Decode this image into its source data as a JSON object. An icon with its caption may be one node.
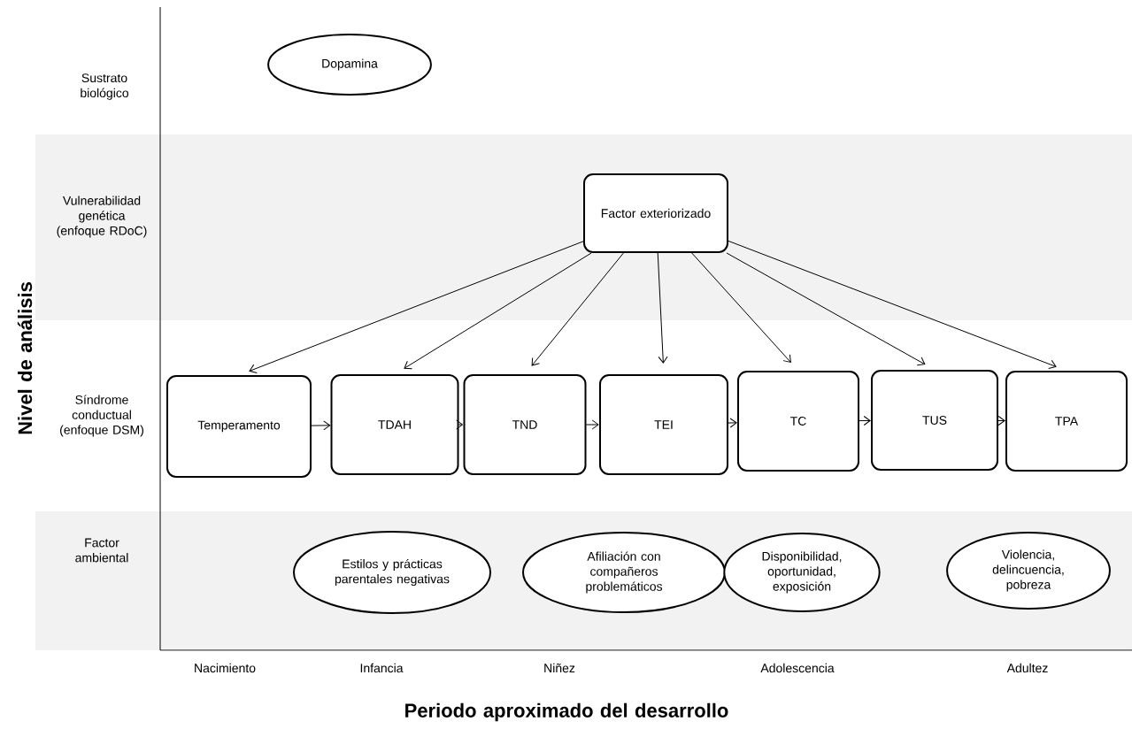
{
  "diagram": {
    "nodes": [
      {
        "text": [
          "Dopamina"
        ]
      },
      {
        "text": [
          "Factor exteriorizado"
        ]
      },
      {
        "text": [
          "Temperamento"
        ]
      },
      {
        "text": [
          "TDAH"
        ]
      },
      {
        "text": [
          "TND"
        ]
      },
      {
        "text": [
          "TEI"
        ]
      },
      {
        "text": [
          "TC"
        ]
      },
      {
        "text": [
          "TUS"
        ]
      },
      {
        "text": [
          "TPA"
        ]
      },
      {
        "text": [
          "Estilos y prácticas parentales negativas"
        ]
      },
      {
        "text": [
          "Afiliación con compañeros problemáticos"
        ]
      },
      {
        "text": [
          "Disponibilidad, oportunidad, exposición"
        ]
      },
      {
        "text": [
          "Violencia, delincuencia, pobreza"
        ]
      }
    ],
    "edges": [
      {
        "from": 1,
        "to": 2,
        "arrow": "to"
      },
      {
        "from": 1,
        "to": 3,
        "arrow": "to"
      },
      {
        "from": 1,
        "to": 4,
        "arrow": "to"
      },
      {
        "from": 1,
        "to": 5,
        "arrow": "to"
      },
      {
        "from": 1,
        "to": 6,
        "arrow": "to"
      },
      {
        "from": 1,
        "to": 7,
        "arrow": "to"
      },
      {
        "from": 1,
        "to": 8,
        "arrow": "to"
      },
      {
        "from": 2,
        "to": 3,
        "arrow": "to"
      },
      {
        "from": 3,
        "to": 4,
        "arrow": "to"
      },
      {
        "from": 4,
        "to": 5,
        "arrow": "to"
      },
      {
        "from": 5,
        "to": 6,
        "arrow": "to"
      },
      {
        "from": 6,
        "to": 7,
        "arrow": "to"
      },
      {
        "from": 7,
        "to": 8,
        "arrow": "to"
      }
    ],
    "labels": [
      "Sustrato biológico",
      "Vulnerabilidad genética (enfoque RDoC)",
      "Síndrome conductual (enfoque DSM)",
      "Factor ambiental",
      "Nivel de análisis",
      "Nacimiento",
      "Infancia",
      "Niñez",
      "Adolescencia",
      "Adultez",
      "Periodo aproximado del desarrollo"
    ]
  }
}
